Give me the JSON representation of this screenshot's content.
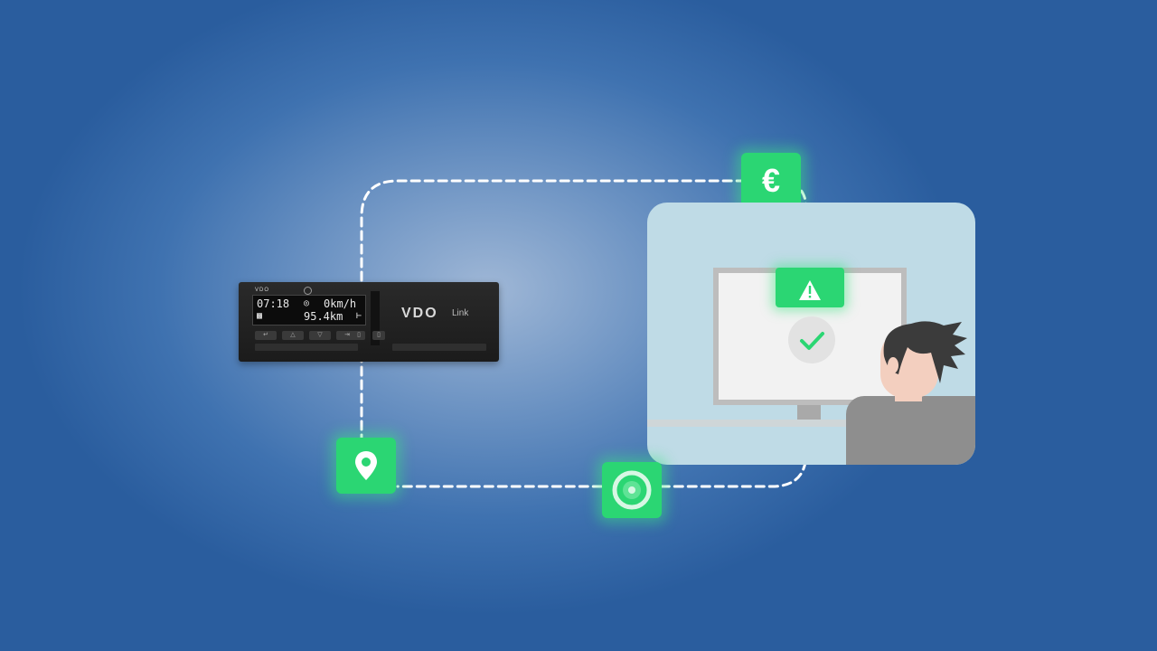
{
  "tachograph": {
    "brand_small": "VDO",
    "time": "07:18",
    "speed": "0km/h",
    "distance": "95.4km",
    "brand": "VDO",
    "brand_suffix": "Link",
    "button_glyphs": [
      "↵",
      "△",
      "▽",
      "⇥"
    ]
  },
  "badges": {
    "currency_symbol": "€",
    "currency_icon": "euro-icon",
    "location_icon": "location-pin-icon",
    "tire_icon": "tire-icon",
    "warning_icon": "warning-icon",
    "check_icon": "checkmark-icon"
  },
  "colors": {
    "accent_green": "#2bd673",
    "dash_line": "#ffffff",
    "scene_bg": "#bfdbe6",
    "check_green": "#2bd673"
  }
}
